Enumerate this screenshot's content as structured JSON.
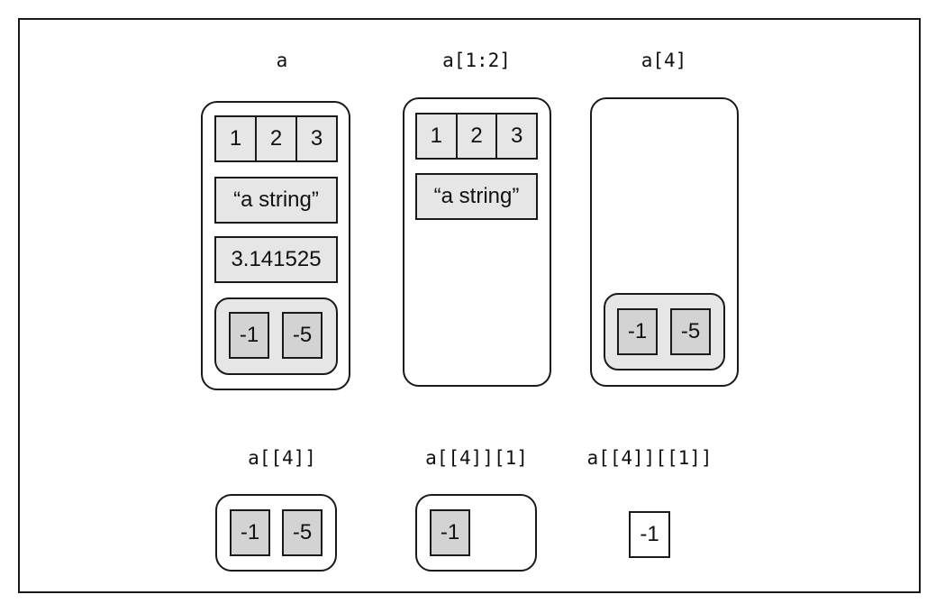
{
  "labels": {
    "a": "a",
    "a_slice": "a[1:2]",
    "a_single": "a[4]",
    "a_double": "a[[4]]",
    "a_double_index": "a[[4]][1]",
    "a_double_double": "a[[4]][[1]]"
  },
  "elements": {
    "vector": [
      "1",
      "2",
      "3"
    ],
    "string": "“a string”",
    "number": "3.141525",
    "sublist": [
      "-1",
      "-5"
    ],
    "single_value": "-1"
  }
}
